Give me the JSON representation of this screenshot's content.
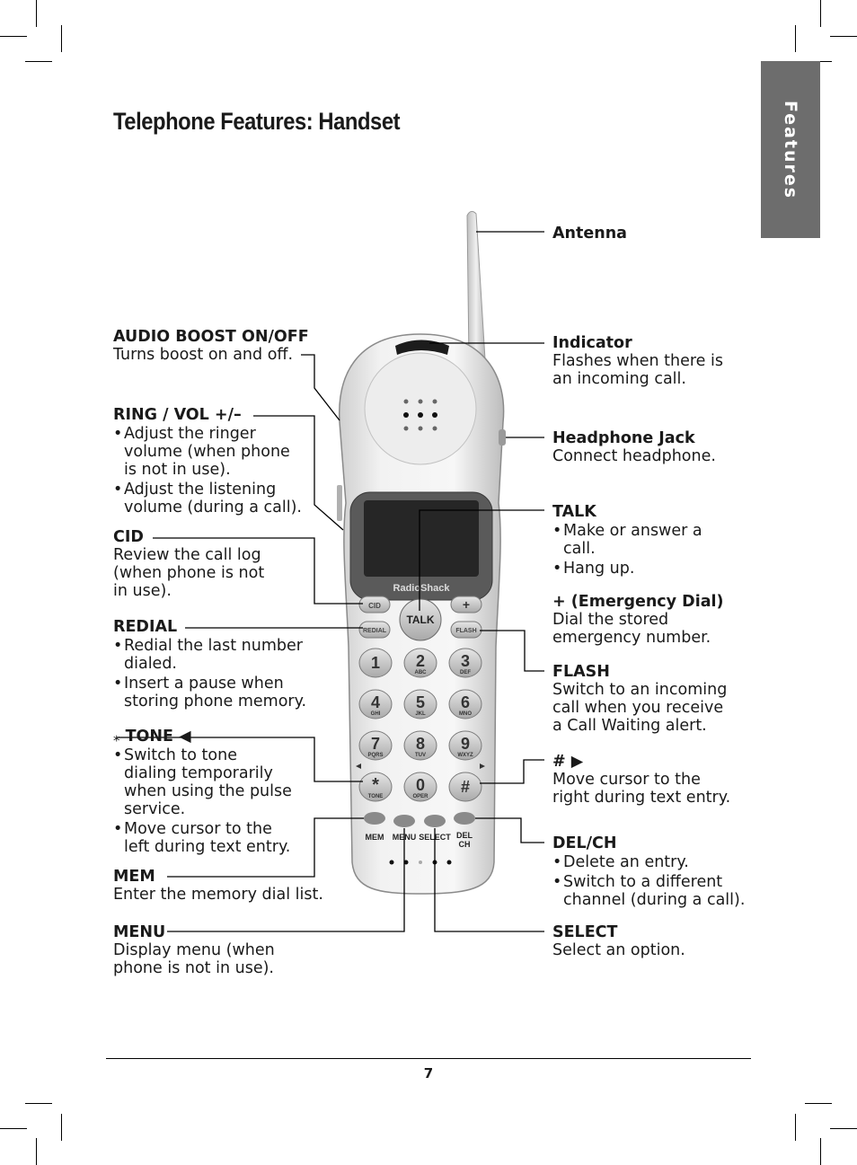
{
  "side_tab": "Features",
  "title": "Telephone Features: Handset",
  "page_number": "7",
  "handset": {
    "brand": "RadioShack",
    "keys": {
      "cid": "CID",
      "plus": "+",
      "talk": "TALK",
      "redial": "REDIAL",
      "flash": "FLASH",
      "k1": "1",
      "k2": "2",
      "k2s": "ABC",
      "k3": "3",
      "k3s": "DEF",
      "k4": "4",
      "k4s": "GHI",
      "k5": "5",
      "k5s": "JKL",
      "k6": "6",
      "k6s": "MNO",
      "k7": "7",
      "k7s": "PQRS",
      "k8": "8",
      "k8s": "TUV",
      "k9": "9",
      "k9s": "WXYZ",
      "star": "*",
      "stars": "TONE",
      "k0": "0",
      "k0s": "OPER",
      "hash": "#",
      "mem": "MEM",
      "menu": "MENU",
      "select": "SELECT",
      "del": "DEL",
      "ch": "CH"
    }
  },
  "callouts": {
    "antenna": {
      "heading": "Antenna"
    },
    "audio_boost": {
      "heading": "AUDIO BOOST ON/OFF",
      "text": "Turns boost on and off."
    },
    "indicator": {
      "heading": "Indicator",
      "text1": "Flashes when there is",
      "text2": "an incoming call."
    },
    "ring_vol": {
      "heading": "RING / VOL +/–",
      "b1l1": "Adjust the ringer",
      "b1l2": "volume (when phone",
      "b1l3": "is not in use).",
      "b2l1": "Adjust the listening",
      "b2l2": "volume (during a call)."
    },
    "headphone": {
      "heading": "Headphone Jack",
      "text": "Connect headphone."
    },
    "talk": {
      "heading": "TALK",
      "b1l1": "Make or answer a",
      "b1l2": "call.",
      "b2l1": "Hang up."
    },
    "cid": {
      "heading": "CID",
      "t1": "Review the call log",
      "t2": "(when phone is not",
      "t3": "in use)."
    },
    "emergency": {
      "heading": "+ (Emergency Dial)",
      "t1": "Dial the stored",
      "t2": "emergency number."
    },
    "redial": {
      "heading": "REDIAL",
      "b1l1": "Redial the last number",
      "b1l2": "dialed.",
      "b2l1": "Insert a pause when",
      "b2l2": "storing phone memory."
    },
    "flash": {
      "heading": "FLASH",
      "t1": "Switch to an incoming",
      "t2": "call when you receive",
      "t3": "a Call Waiting alert."
    },
    "tone": {
      "symbol": "⁎",
      "heading": "TONE ◀",
      "b1l1": "Switch to tone",
      "b1l2": "dialing temporarily",
      "b1l3": "when using the pulse",
      "b1l4": "service.",
      "b2l1": "Move cursor to the",
      "b2l2": "left during text entry."
    },
    "hash": {
      "heading": "# ▶",
      "t1": "Move cursor to the",
      "t2": "right during text entry."
    },
    "del_ch": {
      "heading": "DEL/CH",
      "b1l1": "Delete an entry.",
      "b2l1": "Switch to a different",
      "b2l2": "channel (during a call)."
    },
    "mem": {
      "heading": "MEM",
      "text": "Enter the memory dial list."
    },
    "menu": {
      "heading": "MENU",
      "t1": "Display menu (when",
      "t2": "phone is not in use)."
    },
    "select": {
      "heading": "SELECT",
      "text": "Select an option."
    }
  }
}
